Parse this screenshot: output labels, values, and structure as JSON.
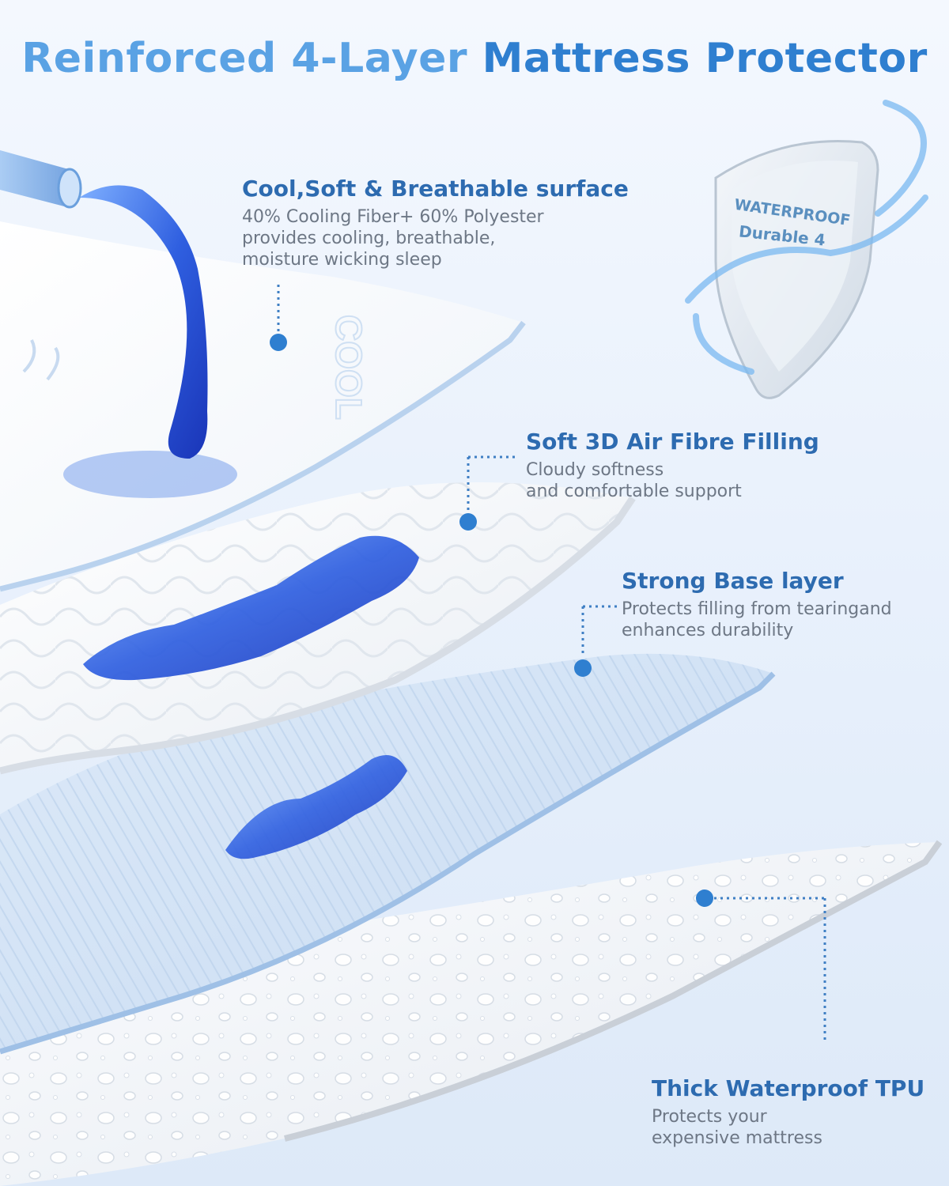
{
  "title": {
    "part_a": "Reinforced 4-Layer ",
    "part_b": "Mattress Protector"
  },
  "badge": {
    "line1": "WATERPROOF",
    "line2": "Durable 4"
  },
  "layers": [
    {
      "heading": "Cool,Soft & Breathable surface",
      "description": [
        "40% Cooling Fiber+ 60% Polyester",
        "provides cooling, breathable,",
        "moisture wicking sleep"
      ],
      "fabric_text": "COOL"
    },
    {
      "heading": "Soft 3D Air Fibre Filling",
      "description": [
        "Cloudy softness",
        "and comfortable support"
      ]
    },
    {
      "heading": "Strong Base layer",
      "description": [
        "Protects filling from tearingand",
        "enhances durability"
      ]
    },
    {
      "heading": "Thick Waterproof TPU",
      "description": [
        "Protects your",
        "expensive mattress"
      ]
    }
  ],
  "colors": {
    "accent": "#2d6bb0",
    "title_light": "#5aa2e4",
    "title_dark": "#2f7fd0",
    "marker": "#2f7fd0",
    "water": "#2a5fd8"
  },
  "icons": {
    "shield": "waterproof-shield-icon",
    "marker": "dot-marker-icon",
    "tube": "water-tube-icon"
  }
}
